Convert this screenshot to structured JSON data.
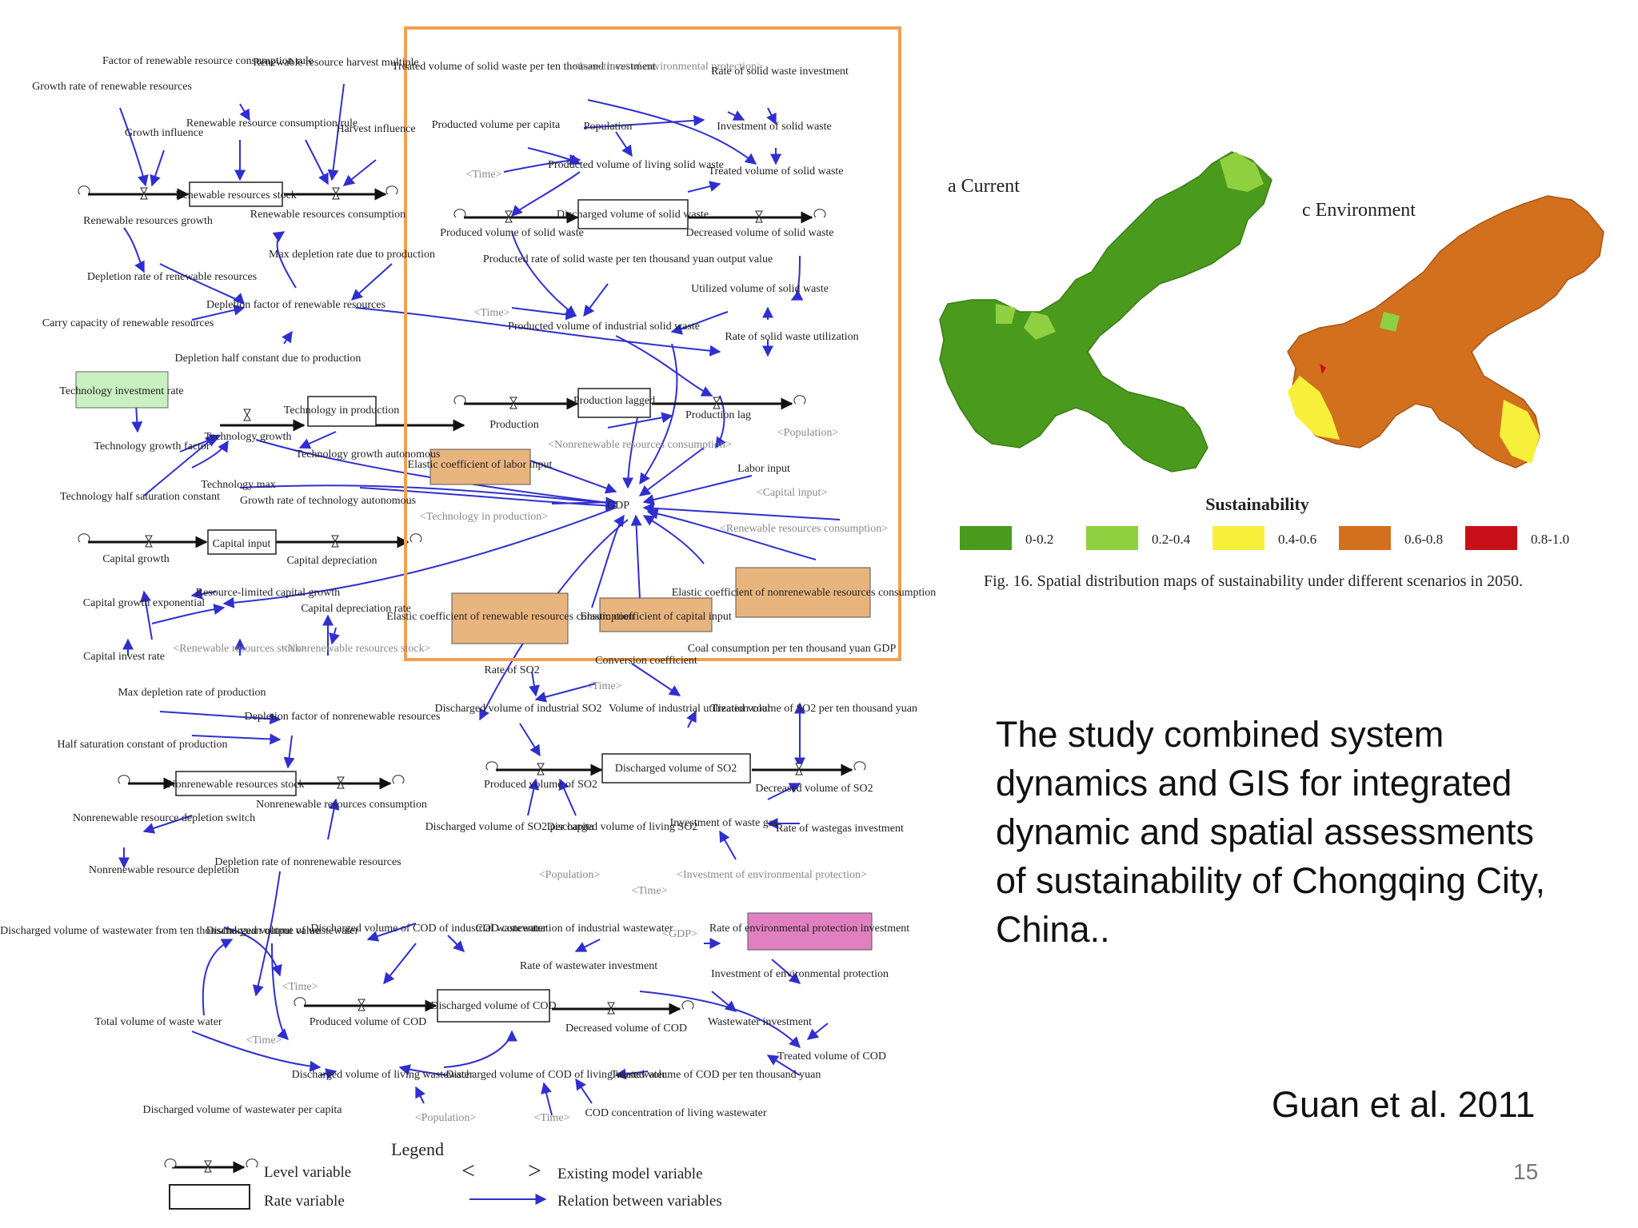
{
  "slide": {
    "summary": "The study combined system dynamics and GIS for integrated dynamic and spatial assessments of sustainability of Chongqing City, China..",
    "citation": "Guan et al. 2011",
    "page_number": "15"
  },
  "colors": {
    "highlight_box": "#f0a050",
    "link_arrow": "#2f2fd0",
    "tan_variable": "#e8b47e",
    "green_variable": "#c8f0c0",
    "pink_variable": "#e080c0"
  },
  "diagram": {
    "labels": {
      "factor_renewable_rule": "Factor of renewable resource consumption rule",
      "renewable_harvest_multiple": "Renewable resource harvest multiple",
      "growth_rate_renewable": "Growth rate of renewable resources",
      "renewable_consumption_rule": "Renewable resource consumption rule",
      "growth_influence": "Growth influence",
      "harvest_influence": "Harvest influence",
      "renewable_stock": "Renewable resources stock",
      "renewable_growth": "Renewable resources growth",
      "renewable_consumption": "Renewable resources consumption",
      "max_depletion_rate": "Max depletion rate due to production",
      "depletion_rate_renewable": "Depletion rate of renewable resources",
      "depletion_factor_renewable": "Depletion factor of renewable resources",
      "carry_capacity": "Carry capacity of renewable resources",
      "depletion_half_constant": "Depletion half constant due to production",
      "tech_investment_rate": "Technology investment rate",
      "tech_in_production": "Technology in production",
      "tech_growth": "Technology growth",
      "tech_growth_factor": "Technology growth factor",
      "tech_growth_autonomous": "Technology growth autonomous",
      "tech_max": "Technology max",
      "tech_half_saturation": "Technology half saturation constant",
      "growth_rate_tech_autonomous": "Growth rate of technology autonomous",
      "capital_input": "Capital input",
      "capital_growth": "Capital growth",
      "capital_depreciation": "Capital depreciation",
      "resource_limited_capital_growth": "Resource-limited capital growth",
      "capital_growth_exponential": "Capital growth exponential",
      "capital_depreciation_rate": "Capital depreciation rate",
      "capital_invest_rate": "Capital invest rate",
      "renewable_stock_ref": "<Renewable resources stock>",
      "nonrenewable_stock_ref": "<Nonrenewable resources stock>",
      "treated_sw_per_10k": "Treated volume of solid waste per ten thousand investment",
      "investment_env_ref": "<Investment of environmental protection>",
      "rate_sw_investment": "Rate of solid waste investment",
      "produced_vol_per_capita": "Producted volume per capita",
      "population": "Population",
      "investment_sw": "Investment of solid waste",
      "time_ref": "<Time>",
      "produced_living_sw": "Producted volume of living solid waste",
      "treated_sw": "Treated volume of solid waste",
      "discharged_sw": "Discharged volume of solid waste",
      "produced_sw": "Produced volume of solid waste",
      "decreased_sw": "Decreased volume of solid waste",
      "producted_rate_sw": "Producted rate of solid waste per ten thousand yuan output value",
      "utilized_sw": "Utilized volume of solid waste",
      "produced_industrial_sw": "Producted volume of industrial solid waste",
      "rate_sw_utilization": "Rate of solid waste utilization",
      "production_lagged": "Production lagged",
      "production": "Production",
      "production_lag": "Production lag",
      "population_ref": "<Population>",
      "nonrenewable_consumption_ref": "<Nonrenewable resources consumption>",
      "elastic_labor": "Elastic coefficient of labor input",
      "labor_input": "Labor input",
      "capital_input_ref": "<Capital input>",
      "tech_in_production_ref": "<Technology in production>",
      "gdp": "GDP",
      "renewable_consumption_ref": "<Renewable resources consumption>",
      "elastic_renewable": "Elastic coefficient of renewable resources consumption",
      "elastic_capital": "Elastic coefficient of capital input",
      "elastic_nonrenewable": "Elastic coefficient of nonrenewable resources consumption",
      "rate_so2": "Rate of SO2",
      "conversion_coefficient": "Conversion coefficient",
      "coal_per_10k": "Coal consumption per ten thousand yuan GDP",
      "max_depletion_production": "Max depletion rate of production",
      "depletion_factor_nonrenewable": "Depletion factor of nonrenewable resources",
      "discharged_industrial_so2": "Discharged volume of industrial SO2",
      "volume_industrial_coal": "Volume of industrial utilization coal",
      "treated_so2_per_10k": "Treated volume of SO2 per ten thousand yuan",
      "half_saturation_production": "Half saturation constant of production",
      "discharged_so2": "Discharged volume of SO2",
      "nonrenewable_stock": "Nonrenewable resources stock",
      "nonrenewable_consumption": "Nonrenewable resources consumption",
      "produced_so2": "Produced volume of SO2",
      "decreased_so2": "Decreased volume of SO2",
      "nonrenewable_depletion_switch": "Nonrenewable resource depletion switch",
      "discharged_so2_per_capita": "Discharged volume of SO2 per capita",
      "discharged_living_so2": "Discharged volume of living SO2",
      "investment_waste_gas": "Investment of waste gas",
      "rate_waste_gas_investment": "Rate of wastegas investment",
      "nonrenewable_depletion": "Nonrenewable resource depletion",
      "depletion_rate_nonrenewable": "Depletion rate of nonrenewable resources",
      "investment_env_ref2": "<Investment of environmental protection>",
      "discharged_ww_per_10k": "Discharged volume of wastewater from ten thousand yuan output value",
      "discharged_ww": "Discharged volume of wastewater",
      "discharged_cod_industrial": "Discharged volume of COD of industrial wastewater",
      "cod_concentration_industrial": "COD concentration of industrial wastewater",
      "gdp_ref": "<GDP>",
      "rate_env_investment": "Rate of environmental protection investment",
      "rate_ww_investment": "Rate of wastewater investment",
      "investment_env": "Investment of environmental protection",
      "discharged_cod": "Discharged volume of COD",
      "total_waste_water": "Total volume of waste water",
      "produced_cod": "Produced volume of COD",
      "decreased_cod": "Decreased volume of COD",
      "wastewater_investment": "Wastewater investment",
      "treated_cod": "Treated volume of COD",
      "discharged_living_ww": "Discharged volume of living wastewater",
      "discharged_cod_living": "Discharged volume of COD of living wastewater",
      "treated_cod_per_10k": "Treated volume of COD per ten thousand yuan",
      "discharged_ww_per_capita": "Discharged volume of wastewater per capita",
      "cod_concentration_living": "COD concentration of living wastewater"
    },
    "legend": {
      "title": "Legend",
      "level_variable": "Level variable",
      "rate_variable": "Rate variable",
      "existing_variable": "Existing model variable",
      "relation": "Relation between variables",
      "left_angle": "<",
      "right_angle": ">"
    }
  },
  "maps": {
    "current_title": "a  Current",
    "environment_title": "c  Environment",
    "legend_title": "Sustainability",
    "legend_items": [
      {
        "label": "0-0.2",
        "color": "#4a9a1e"
      },
      {
        "label": "0.2-0.4",
        "color": "#8fd040"
      },
      {
        "label": "0.4-0.6",
        "color": "#f7f03a"
      },
      {
        "label": "0.6-0.8",
        "color": "#d2701e"
      },
      {
        "label": "0.8-1.0",
        "color": "#c81018"
      }
    ],
    "caption": "Fig. 16.  Spatial distribution maps of sustainability under different scenarios in 2050."
  }
}
